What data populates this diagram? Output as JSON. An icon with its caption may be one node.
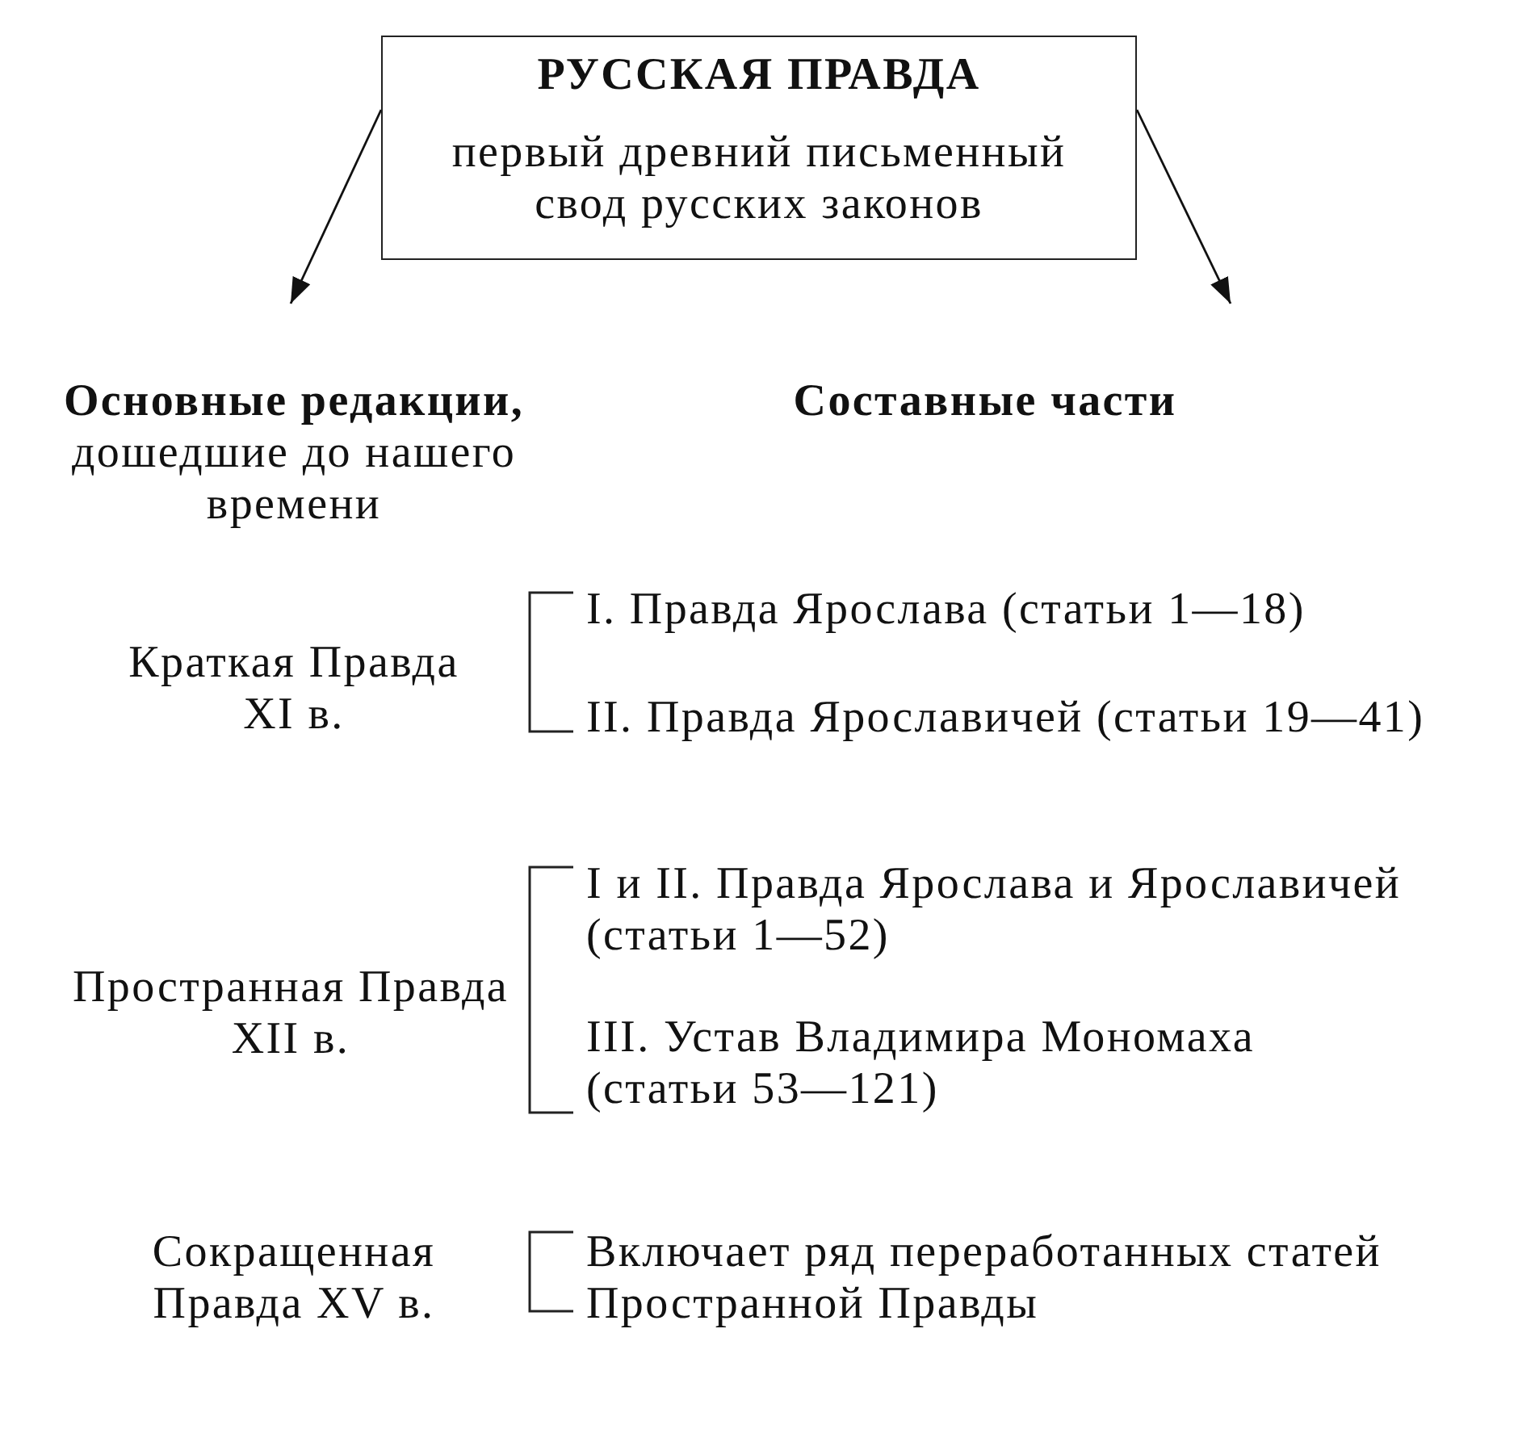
{
  "diagram": {
    "nodes": [
      {
        "text": [
          "РУССКАЯ ПРАВДА",
          "первый древний письменный свод русских законов"
        ]
      },
      {
        "text": [
          "Основные редакции,",
          "дошедшие до нашего времени"
        ]
      },
      {
        "text": [
          "Составные части"
        ]
      }
    ],
    "edges": [
      {
        "from": 0,
        "to": 1,
        "arrow": "to"
      },
      {
        "from": 0,
        "to": 2,
        "arrow": "to"
      }
    ],
    "labels": [
      "Краткая Правда XI в.",
      "I. Правда Ярослава (статьи 1—18)",
      "II. Правда Ярославичей (статьи 19—41)",
      "Пространная Правда XII в.",
      "I и II. Правда Ярослава и Ярославичей (статьи 1—52)",
      "III. Устав Владимира Мономаха (статьи 53—121)",
      "Сокращенная Правда XV в.",
      "Включает ряд переработанных статей Пространной Правды"
    ]
  }
}
